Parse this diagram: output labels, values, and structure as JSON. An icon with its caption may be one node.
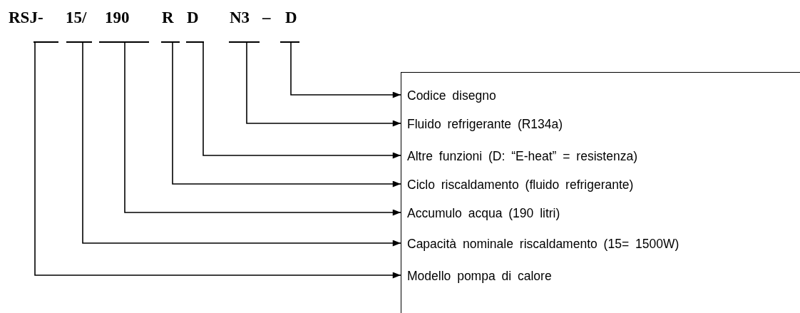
{
  "diagram": {
    "nodes": [
      {
        "text": [
          "RSJ-"
        ]
      },
      {
        "text": [
          "15/"
        ]
      },
      {
        "text": [
          "190"
        ]
      },
      {
        "text": [
          "R"
        ]
      },
      {
        "text": [
          "D"
        ]
      },
      {
        "text": [
          "N3"
        ]
      },
      {
        "text": [
          "D"
        ]
      },
      {
        "text": [],
        "shape": "box"
      },
      {
        "text": [
          "Codice disegno"
        ],
        "in": 7
      },
      {
        "text": [
          "Fluido refrigerante (R134a)"
        ],
        "in": 7
      },
      {
        "text": [
          "Altre funzioni (D: “E-heat” = resistenza)"
        ],
        "in": 7
      },
      {
        "text": [
          "Ciclo riscaldamento (fluido refrigerante)"
        ],
        "in": 7
      },
      {
        "text": [
          "Accumulo acqua (190 litri)"
        ],
        "in": 7
      },
      {
        "text": [
          "Capacità nominale riscaldamento (15= 1500W)"
        ],
        "in": 7
      },
      {
        "text": [
          "Modello pompa di calore"
        ],
        "in": 7
      }
    ],
    "edges": [
      {
        "from": 0,
        "to": 14,
        "arrow": "to"
      },
      {
        "from": 1,
        "to": 13,
        "arrow": "to"
      },
      {
        "from": 2,
        "to": 12,
        "arrow": "to"
      },
      {
        "from": 3,
        "to": 11,
        "arrow": "to"
      },
      {
        "from": 4,
        "to": 10,
        "arrow": "to"
      },
      {
        "from": 5,
        "to": 9,
        "arrow": "to"
      },
      {
        "from": 6,
        "to": 8,
        "arrow": "to"
      }
    ],
    "labels": [
      "–"
    ]
  }
}
